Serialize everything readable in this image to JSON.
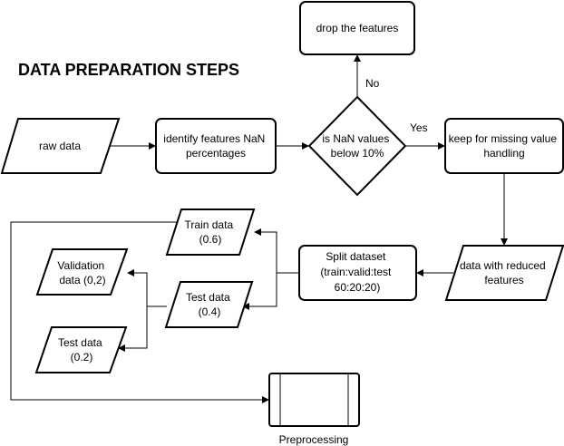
{
  "title": "DATA PREPARATION STEPS",
  "nodes": {
    "raw_data": [
      "raw data"
    ],
    "identify": [
      "identify features NaN",
      "percentages"
    ],
    "nan_check": [
      "is NaN values",
      "below 10%"
    ],
    "drop": [
      "drop the features"
    ],
    "keep": [
      "keep for missing value",
      "handling"
    ],
    "reduced": [
      "data with reduced",
      "features"
    ],
    "split": [
      "Split dataset",
      "(train:valid:test",
      "60:20:20)"
    ],
    "train": [
      "Train data",
      "(0.6)"
    ],
    "test_split": [
      "Test data",
      "(0.4)"
    ],
    "validation": [
      "Validation",
      "data (0,2)"
    ],
    "test_final": [
      "Test data",
      "(0.2)"
    ],
    "preprocessing": [
      "Preprocessing"
    ]
  },
  "edge_labels": {
    "no": "No",
    "yes": "Yes"
  }
}
